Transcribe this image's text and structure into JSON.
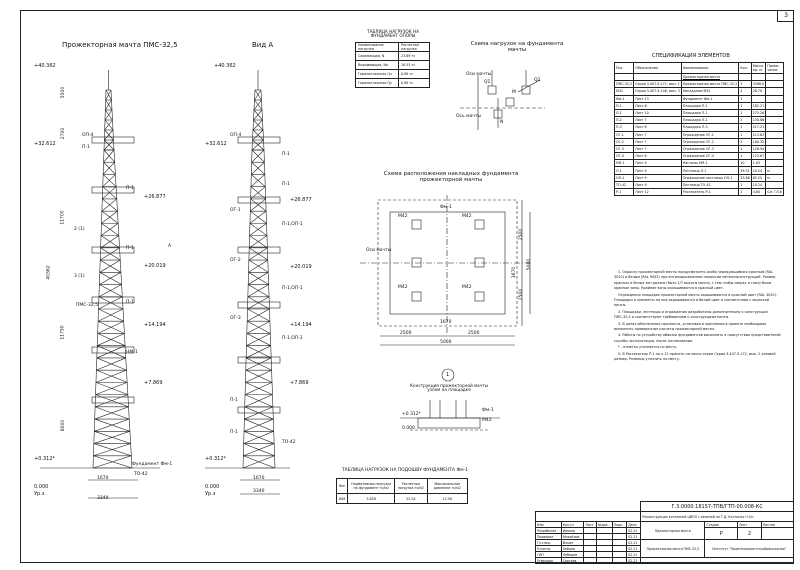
{
  "sheet": {
    "page_number": "3"
  },
  "titles": {
    "mast": "Прожекторная мачта ПМС-32,5",
    "view_a": "Вид А",
    "loads_table": "ТАБЛИЦА НАГРУЗОК НА ФУНДАМЕНТ ОПОРЫ",
    "loads_scheme": "Схема нагрузок на фундамента мачты",
    "foundation_layout": "Схема расположения накладных фундамента прожекторной мачты",
    "spec": "СПЕЦИФИКАЦИЯ ЭЛЕМЕНТОВ",
    "node": "Конструкция прожекторной мачты узлом на площадке",
    "node_number": "1",
    "foundation_loads": "ТАБЛИЦА НАГРУЗОК НА ПОДОШВУ ФУНДАМЕНТА Фм-1"
  },
  "elevations": {
    "top": "+40.362",
    "e1": "+32.612",
    "e2": "+26.877",
    "e3": "+20.019",
    "e4": "+14.194",
    "e5": "+7.869",
    "e6": "+0.312*",
    "zero": "0.000",
    "base": "Ур.з",
    "found": "Фундамент Фм-1",
    "node_e": "+0.312*",
    "node_zero": "0.000"
  },
  "dimensions": {
    "d1": "2700",
    "d2": "5500",
    "d3": "11700",
    "d4": "11750",
    "d5": "8000",
    "total": "40362",
    "b1": "1670",
    "b2": "3340",
    "lay1": "2500",
    "lay2": "2500",
    "lay3": "5000",
    "lay4": "1670",
    "lay5": "1670",
    "lay6": "2500",
    "lay7": "2500",
    "lay8": "5000"
  },
  "mast_labels": {
    "gp": "ОП-4",
    "p1": "П-1",
    "p2": "П-1",
    "p3": "П-1",
    "p4": "П-1",
    "nm": "НМ-1",
    "pms": "ПМС-32,5",
    "to": "ТО-42",
    "a": "А",
    "s2": "2 (1)",
    "s3": "3 (1)"
  },
  "view_labels": {
    "l1": "ОП-4",
    "l2": "П-1",
    "l3": "П-1",
    "l4": "ОГ-1",
    "l5": "П-1,ОП-1",
    "l6": "ОГ-2",
    "l7": "П-1,ОП-1",
    "l8": "ОГ-3",
    "l9": "П-1,ОП-1",
    "l10": "П-1",
    "l11": "ТО-42",
    "l12": "П-1"
  },
  "scheme_labels": {
    "axis": "Оси мачты",
    "q1": "Q1",
    "q2": "Q2",
    "m": "M",
    "n": "N",
    "axis2": "Ось мачты",
    "fm": "Фм-1",
    "m42a": "M42",
    "m42b": "M42",
    "m42c": "M42",
    "m42d": "M42",
    "fm2": "Фм-1",
    "m42e": "M42"
  },
  "loads_table": {
    "headers": [
      "Наименование нагрузки",
      "Расчетная нагрузка"
    ],
    "rows": [
      [
        "Сжимающая, N",
        "23.69 тс"
      ],
      [
        "Вырывающая, Na",
        "18.55 тс"
      ],
      [
        "Горизонтальная Qx",
        "0.89 тс"
      ],
      [
        "Горизонтальная Qy",
        "0.89 тс"
      ]
    ]
  },
  "foundation_loads": {
    "headers": [
      "Вес",
      "Нормативная нагрузка на фундамент тс/м2",
      "Расчетная нагрузка тс/м2",
      "Максимальное давление тс/м2"
    ],
    "rows": [
      [
        "608",
        "5.828",
        "22.34",
        "12.58"
      ]
    ]
  },
  "spec": {
    "headers": [
      "Поз.",
      "Обозначение",
      "Наименование",
      "Кол.",
      "Масса ед. кг",
      "Приме-чание"
    ],
    "section": "Прожекторная мачта",
    "rows": [
      [
        "ПМС-32,5",
        "Серия 3.407.9-172, вып. 1",
        "Прожекторная мачта ПМС-32,5",
        "1",
        "3396.0",
        ""
      ],
      [
        "М42",
        "Серия 3.407.9-146, вып. 3",
        "Накладные М42",
        "4",
        "28.70",
        ""
      ],
      [
        "Фм-1",
        "Лист 13",
        "Фундамент Фм-1",
        "1",
        "",
        ""
      ],
      [
        "П-1",
        "Лист 6",
        "Площадка П-1",
        "1",
        "182.21",
        ""
      ],
      [
        "Л-1",
        "Лист 10",
        "Площадка П-1",
        "1",
        "275.26",
        ""
      ],
      [
        "П-2",
        "Лист 7",
        "Площадка П-2",
        "2",
        "130.86",
        ""
      ],
      [
        "П-3",
        "Лист 8",
        "Площадка П-3",
        "1",
        "217.21",
        ""
      ],
      [
        "ОГ-1",
        "Лист 7",
        "Ограждение ОГ-1",
        "1",
        "113.63",
        ""
      ],
      [
        "ОГ-2",
        "Лист 7",
        "Ограждение ОГ-2",
        "2",
        "100.32",
        ""
      ],
      [
        "ОГ-3",
        "Лист 7",
        "Ограждение ОГ-3",
        "1",
        "126.94",
        ""
      ],
      [
        "ОГ-4",
        "Лист 8",
        "Ограждение ОГ-4",
        "1",
        "123.67",
        ""
      ],
      [
        "НМ-1",
        "Лист 9",
        "Настилы НМ-1",
        "10",
        "1.03",
        ""
      ],
      [
        "Л-1",
        "Лист 9",
        "Лестница Л-1",
        "39.51",
        "10.24",
        "м"
      ],
      [
        "ОЛ-1",
        "Лист 9",
        "Ограждение лестницы ОЛ-1",
        "33.86",
        "65.25",
        "м"
      ],
      [
        "ТО-42",
        "Лист 9",
        "Лестница ТО-42",
        "1",
        "10.24",
        ""
      ],
      [
        "Р-1",
        "Лист 12",
        "Рассекатель Р-1",
        "1",
        "4.64",
        "См. ГЛ.8"
      ]
    ]
  },
  "notes": [
    "1. Окраску прожекторной мачты предусмотреть особо чередующимися красным (RAL 3020) и белым (RAL 9003) при антикоррозионном покрытии металлоконструкций. Размер красных и белых зон должен быть 1/7 высоты мачты, с тем чтобы сверху и снизу были красные зоны. Крайние зоны окрашиваются в красный цвет.",
    "Ограждения площадок прожекторной мачты окрашиваются в красный цвет (RAL 3020). Площадки и элементы на них окрашиваются в белый цвет в соответствии с окраской мачты.",
    "2. Площадки, лестницы и ограждения разработаны дополнительно к конструкции ПМС-32,5 и соответствуют требованиям к конструкциям мачты.",
    "3. В целях обеспечения прочности, установки и крепления в проекте необходимо выполнить проверочные расчеты прожекторной мачты.",
    "4. Работы по устройству обвязки фундаментов выполнить в присутствии представителей службы эксплуатации, после согласования.",
    "* - отметка уточняется по месту.",
    "5. В Рассекатель Р-1 по л.12 принять согласно серии Серия 3.407.9-172, вып. 2 узловой размер. Размеры уточнить по месту."
  ],
  "stamp": {
    "code": "Г.3.0000.18157-ТПВ/ГТП-00.008-КС",
    "object": "Реконструкция котельной ЦВПЛ с заменой на Т.Д. Котлоная Ч.4/ч",
    "section_name": "Прожекторная мачта",
    "sheet_name": "Прожекторная мачта ПМС-32,5",
    "stage_hdr": "Стадия",
    "sheet_hdr": "Лист",
    "sheets_hdr": "Листов",
    "stage": "Р",
    "sheet": "2",
    "sheets": "",
    "org": "Институт \"Промтехпроектстройизыскания\"",
    "cols": [
      "Изм.",
      "Кол.уч",
      "Лист",
      "№док.",
      "Подп.",
      "Дата"
    ],
    "roles": [
      "Разработал",
      "Проверил",
      "Гл.спец.",
      "Н.контр.",
      "ГИП",
      "Утвердил"
    ],
    "names": [
      "Иванов",
      "Михайлов",
      "Ильин",
      "Зайцев",
      "Лебедев",
      "Сергеев"
    ],
    "dates": [
      "02.21",
      "02.21",
      "02.21",
      "02.21",
      "02.21",
      "02.21"
    ]
  }
}
